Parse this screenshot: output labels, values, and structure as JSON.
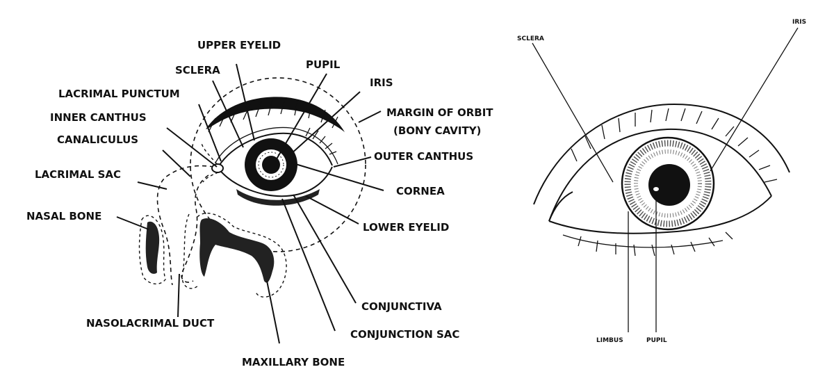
{
  "left_diagram": {
    "labels": {
      "upper_eyelid": "UPPER EYELID",
      "sclera": "SCLERA",
      "pupil": "PUPIL",
      "iris": "IRIS",
      "lacrimal_punctum": "LACRIMAL PUNCTUM",
      "inner_canthus": "INNER CANTHUS",
      "canaliculus": "CANALICULUS",
      "margin_of_orbit": "MARGIN OF ORBIT",
      "bony_cavity": "(BONY CAVITY)",
      "outer_canthus": "OUTER CANTHUS",
      "lacrimal_sac": "LACRIMAL SAC",
      "cornea": "CORNEA",
      "nasal_bone": "NASAL BONE",
      "lower_eyelid": "LOWER EYELID",
      "conjunctiva": "CONJUNCTIVA",
      "nasolacrimal_duct": "NASOLACRIMAL DUCT",
      "conjunction_sac": "CONJUNCTION SAC",
      "maxillary_bone": "MAXILLARY BONE"
    }
  },
  "right_diagram": {
    "labels": {
      "sclera": "SCLERA",
      "iris": "IRIS",
      "limbus": "LIMBUS",
      "pupil": "PUPIL"
    }
  }
}
